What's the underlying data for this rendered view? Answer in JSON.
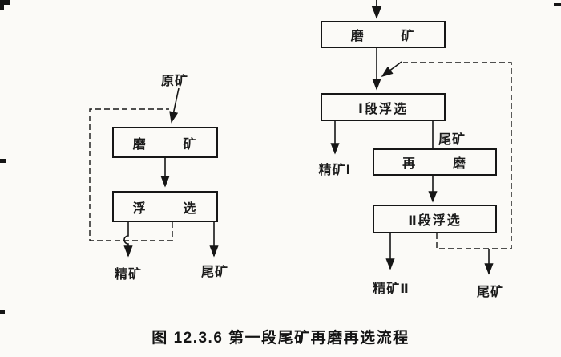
{
  "figure": {
    "caption": "图 12.3.6  第一段尾矿再磨再选流程"
  },
  "left_flowsheet": {
    "feed_label": "原矿",
    "grinding_box_label": "磨 矿",
    "flotation_box_label": "浮 选",
    "concentrate_label": "精矿",
    "tailings_label": "尾矿"
  },
  "right_flowsheet": {
    "grinding_box_label": "磨 矿",
    "stage1_flotation_box_label": "Ⅰ段浮选",
    "concentrate1_label": "精矿Ⅰ",
    "intermediate_tailings_label": "尾矿",
    "regrind_box_label": "再 磨",
    "stage2_flotation_box_label": "Ⅱ段浮选",
    "concentrate2_label": "精矿Ⅱ",
    "tailings_label": "尾矿"
  },
  "colors": {
    "ink": "#1b1b1b",
    "paper": "#fbfaf7"
  }
}
